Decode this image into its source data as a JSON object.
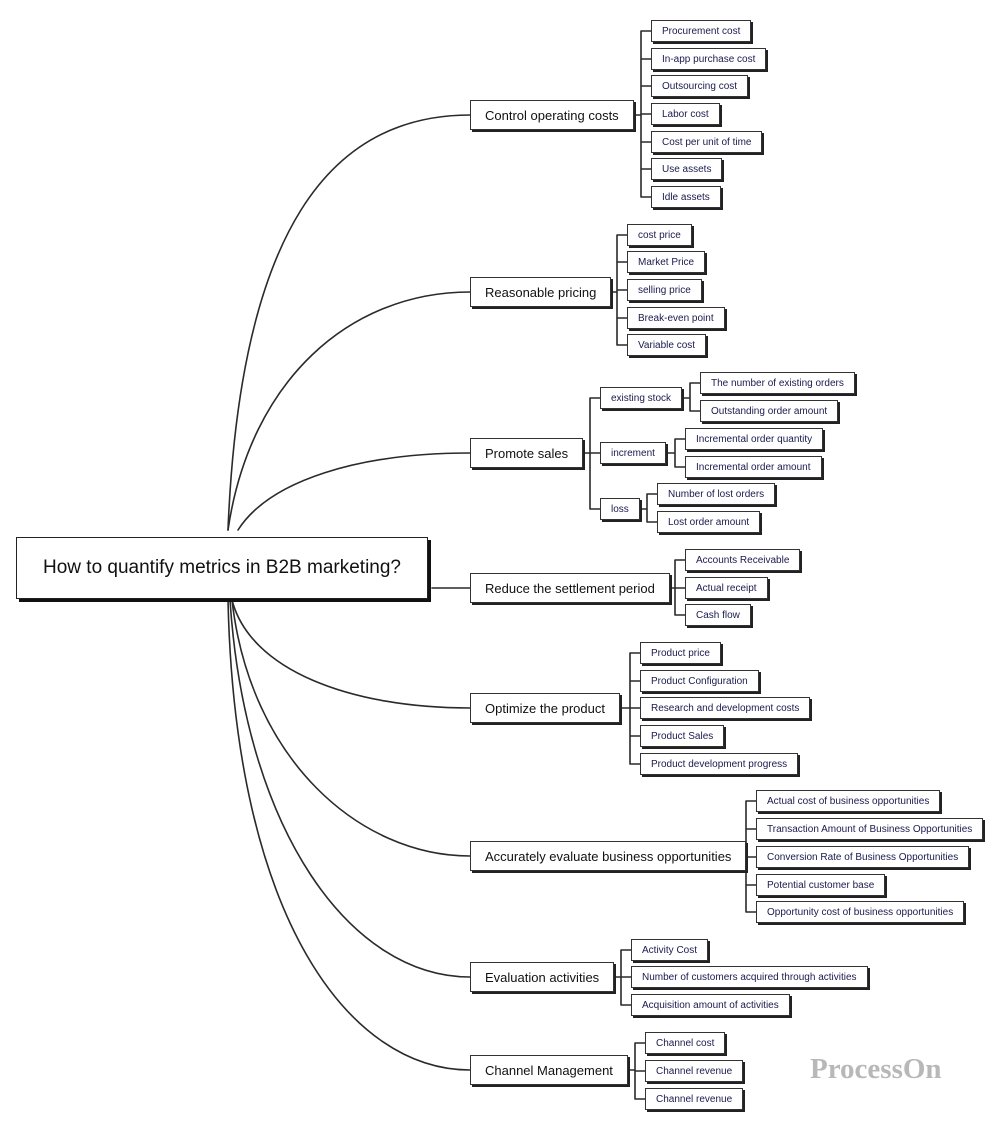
{
  "root": "How to quantify metrics in B2B marketing?",
  "branches": [
    {
      "label": "Control operating costs",
      "items": [
        "Procurement cost",
        "In-app purchase cost",
        "Outsourcing cost",
        "Labor cost",
        "Cost per unit of time",
        "Use assets",
        "Idle assets"
      ]
    },
    {
      "label": "Reasonable pricing",
      "items": [
        "cost price",
        "Market Price",
        "selling price",
        "Break-even point",
        "Variable cost"
      ]
    },
    {
      "label": "Promote sales",
      "groups": [
        {
          "label": "existing stock",
          "items": [
            "The number of existing orders",
            "Outstanding order amount"
          ]
        },
        {
          "label": "increment",
          "items": [
            "Incremental order quantity",
            "Incremental order amount"
          ]
        },
        {
          "label": "loss",
          "items": [
            "Number of lost orders",
            "Lost order amount"
          ]
        }
      ]
    },
    {
      "label": "Reduce the settlement period",
      "items": [
        "Accounts Receivable",
        "Actual receipt",
        "Cash flow"
      ]
    },
    {
      "label": "Optimize the product",
      "items": [
        "Product price",
        "Product Configuration",
        "Research and development costs",
        "Product Sales",
        "Product development progress"
      ]
    },
    {
      "label": "Accurately evaluate business opportunities",
      "items": [
        "Actual cost of business opportunities",
        "Transaction Amount of Business Opportunities",
        "Conversion Rate of Business Opportunities",
        "Potential customer base",
        "Opportunity cost of business opportunities"
      ]
    },
    {
      "label": "Evaluation activities",
      "items": [
        "Activity Cost",
        "Number of customers acquired through activities",
        "Acquisition amount of activities"
      ]
    },
    {
      "label": "Channel Management",
      "items": [
        "Channel cost",
        "Channel revenue",
        "Channel revenue"
      ]
    }
  ],
  "watermark": "ProcessOn"
}
